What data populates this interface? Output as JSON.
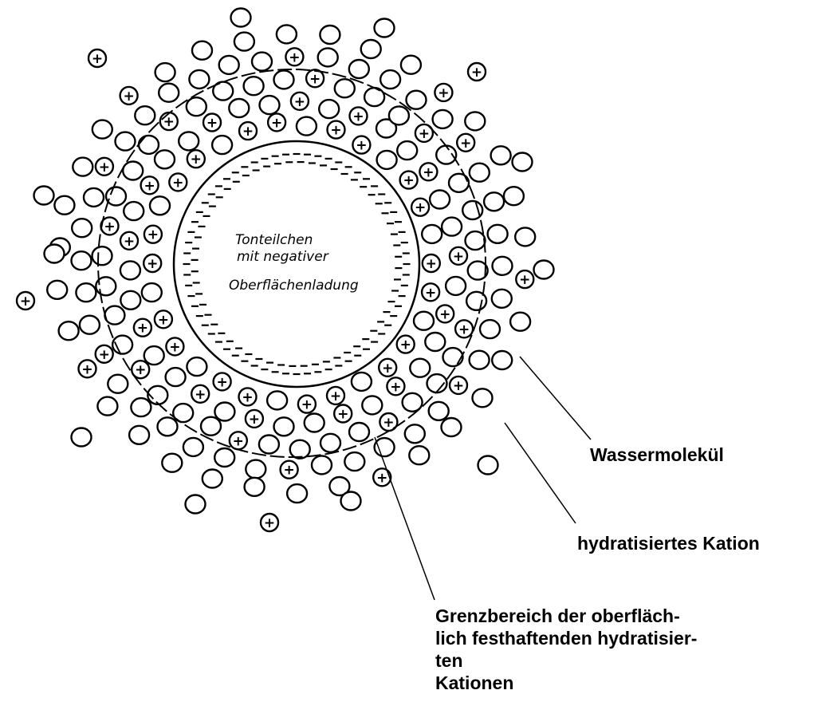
{
  "diagram": {
    "particle_label": [
      "Tonteilchen",
      "mit negativer",
      "Oberflächenladung"
    ],
    "callouts": {
      "water_molecule": "Wassermolekül",
      "hydrated_cation": "hydratisiertes Kation",
      "boundary_lines": [
        "Grenzbereich der oberfläch-",
        "lich festhaftenden hydratisier-",
        "ten",
        "Kationen"
      ]
    },
    "cation_symbol": "+",
    "surface_charge_symbol": "–"
  }
}
